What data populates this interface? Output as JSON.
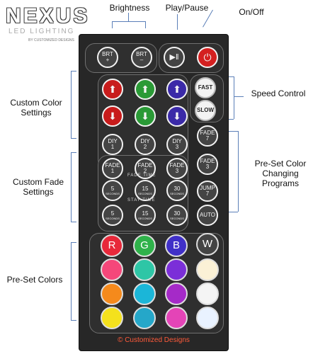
{
  "logo": {
    "word": "NEXUS",
    "sub": "LED LIGHTING",
    "by": "BY CUSTOMIZED DESIGNS"
  },
  "labels": {
    "brightness": "Brightness",
    "play_pause": "Play/Pause",
    "on_off": "On/Off",
    "custom_color": "Custom Color Settings",
    "speed_control": "Speed Control",
    "custom_fade": "Custom Fade Settings",
    "preset_color_programs": "Pre-Set Color Changing Programs",
    "preset_colors": "Pre-Set Colors"
  },
  "remote": {
    "brt_plus": "BRT\n+",
    "brt_minus": "BRT\n–",
    "play_pause_symbol": "▶‖",
    "power_symbol": "⏻",
    "fast": "FAST",
    "slow": "SLOW",
    "diy": [
      "DIY\n1",
      "DIY\n2",
      "DIY\n3"
    ],
    "fade7": "FADE\n7",
    "fade": [
      "FADE\n1",
      "FADE\n2",
      "FADE\n3"
    ],
    "fade3": "FADE\n3",
    "fade_time_caption": "FADE   TIME",
    "stay_time_caption": "STAY   TIME",
    "fade_time": [
      {
        "n": "5",
        "u": "SECONDS"
      },
      {
        "n": "15",
        "u": "SECONDS"
      },
      {
        "n": "30",
        "u": "SECONDS"
      }
    ],
    "stay_time": [
      {
        "n": "5",
        "u": "SECONDS"
      },
      {
        "n": "15",
        "u": "SECONDS"
      },
      {
        "n": "30",
        "u": "SECONDS"
      }
    ],
    "jump7": "JUMP\n7",
    "auto": "AUTO",
    "rgbw": [
      "R",
      "G",
      "B",
      "W"
    ],
    "footer": "© Customized Designs"
  },
  "colors": {
    "col_r": [
      "#e8283a",
      "#f5477a",
      "#f58a1c",
      "#f4e11d"
    ],
    "col_g": [
      "#2fb24a",
      "#2ec6a6",
      "#1bb6d8",
      "#25a7c9"
    ],
    "col_b": [
      "#4030c8",
      "#7b2fd8",
      "#a52ac8",
      "#e444b7"
    ],
    "col_w": [
      "#f5f5f5",
      "#fbf1d6",
      "#f4f4f4",
      "#e9f2ff"
    ]
  }
}
